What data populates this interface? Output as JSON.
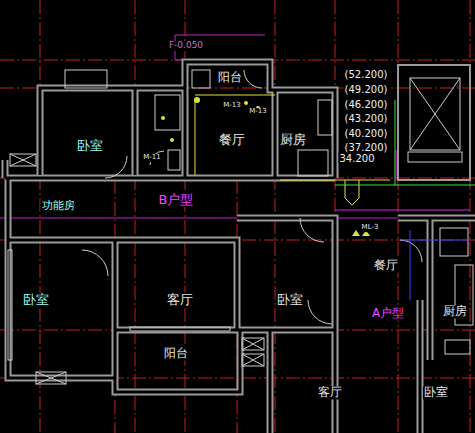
{
  "diagram": {
    "labels": [
      "F-0.050",
      "阳台",
      "卧室",
      "M-13",
      "M-13",
      "餐厅",
      "厨房",
      "M-11",
      "(52.200)",
      "(49.200)",
      "(46.200)",
      "(43.200)",
      "(40.200)",
      "(37.200)",
      "34.200",
      "功能房",
      "B户型",
      "ML-3",
      "卧室",
      "客厅",
      "卧室",
      "餐厅",
      "A户型",
      "厨房",
      "阳台",
      "客厅",
      "卧室"
    ]
  }
}
